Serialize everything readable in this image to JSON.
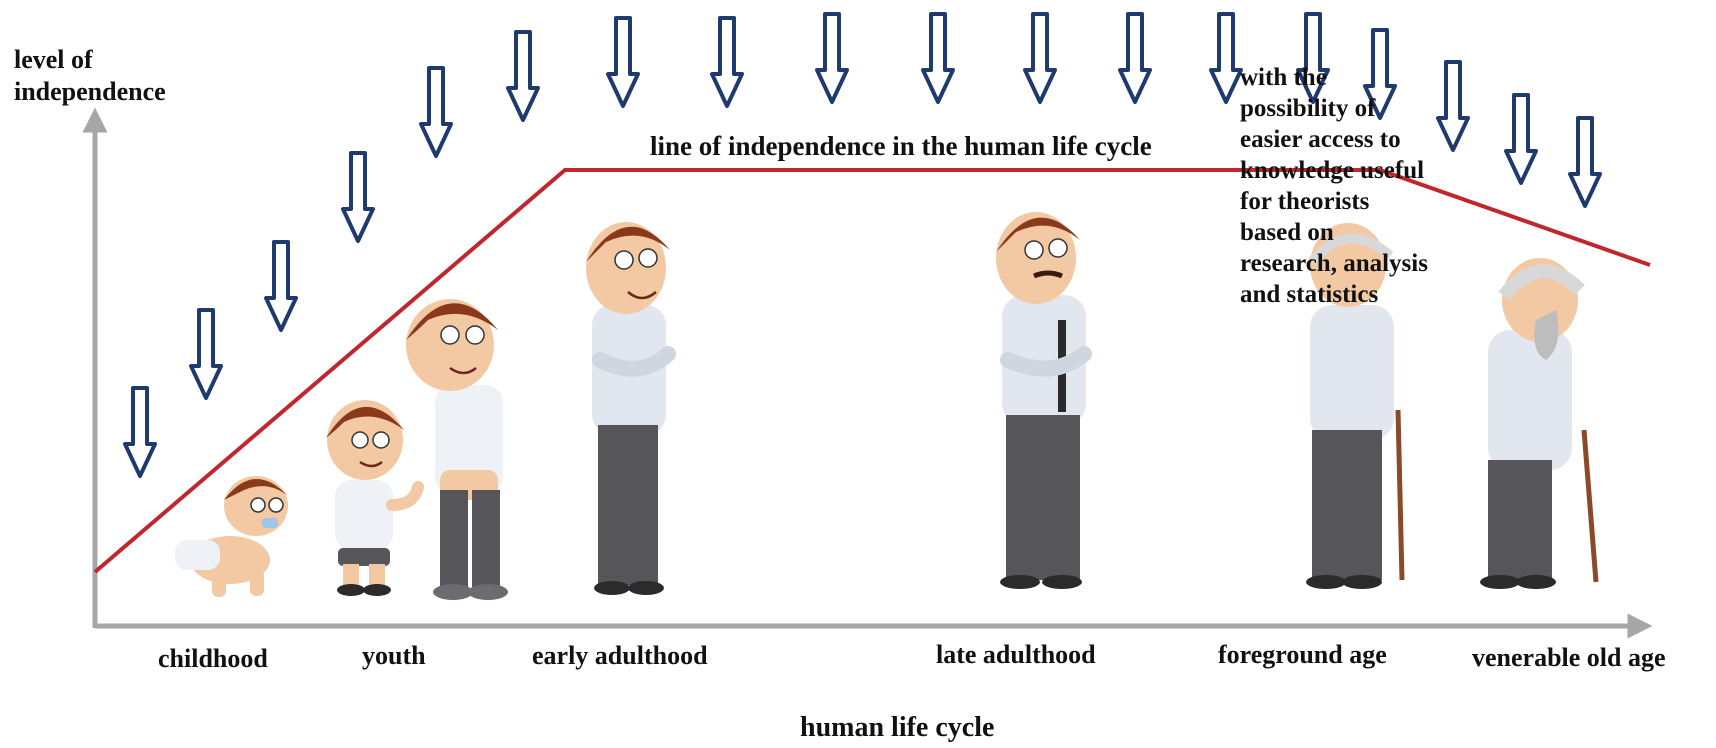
{
  "y_axis_label": "level of independence",
  "x_axis_label": "human life cycle",
  "independence_line_label": "line of  independence in the human life cycle",
  "note": "with the\npossibility of\neasier access to\nknowledge useful\nfor theorists\nbased on\nresearch, analysis\nand statistics",
  "stages": [
    {
      "label": "childhood"
    },
    {
      "label": "youth"
    },
    {
      "label": "early adulthood"
    },
    {
      "label": "late adulthood"
    },
    {
      "label": "foreground age"
    },
    {
      "label": "venerable old age"
    }
  ],
  "colors": {
    "axis": "#a6a6a6",
    "independence_line": "#c0272d",
    "arrow_stroke": "#1f3a6e",
    "skin": "#f3c9a4",
    "hair": "#8a3a1a",
    "shirt": "#dfe5ee",
    "trousers": "#55555a",
    "shoes": "#2b2b2b",
    "grey_hair": "#d8d8d8",
    "cane": "#8a4a2a"
  }
}
